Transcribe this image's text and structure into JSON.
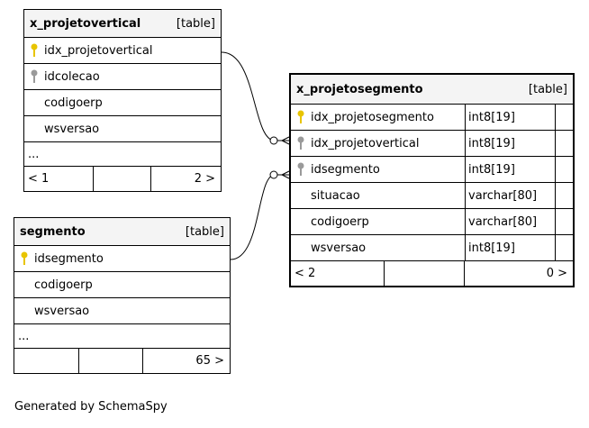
{
  "tables": {
    "projetovertical": {
      "name": "x_projetovertical",
      "kind": "[table]",
      "columns": [
        "idx_projetovertical",
        "idcolecao",
        "codigoerp",
        "wsversao"
      ],
      "ellipsis": "...",
      "footer": [
        "< 1",
        "",
        "2 >"
      ]
    },
    "segmento": {
      "name": "segmento",
      "kind": "[table]",
      "columns": [
        "idsegmento",
        "codigoerp",
        "wsversao"
      ],
      "ellipsis": "...",
      "footer": [
        "",
        "",
        "65 >"
      ]
    },
    "projetosegmento": {
      "name": "x_projetosegmento",
      "kind": "[table]",
      "columns": [
        {
          "name": "idx_projetosegmento",
          "type": "int8[19]"
        },
        {
          "name": "idx_projetovertical",
          "type": "int8[19]"
        },
        {
          "name": "idsegmento",
          "type": "int8[19]"
        },
        {
          "name": "situacao",
          "type": "varchar[80]"
        },
        {
          "name": "codigoerp",
          "type": "varchar[80]"
        },
        {
          "name": "wsversao",
          "type": "int8[19]"
        }
      ],
      "footer": [
        "< 2",
        "",
        "0 >"
      ]
    }
  },
  "colors": {
    "primary_key": "#e8c400",
    "foreign_key": "#9a9a9a"
  },
  "generated_by": "Generated by SchemaSpy"
}
